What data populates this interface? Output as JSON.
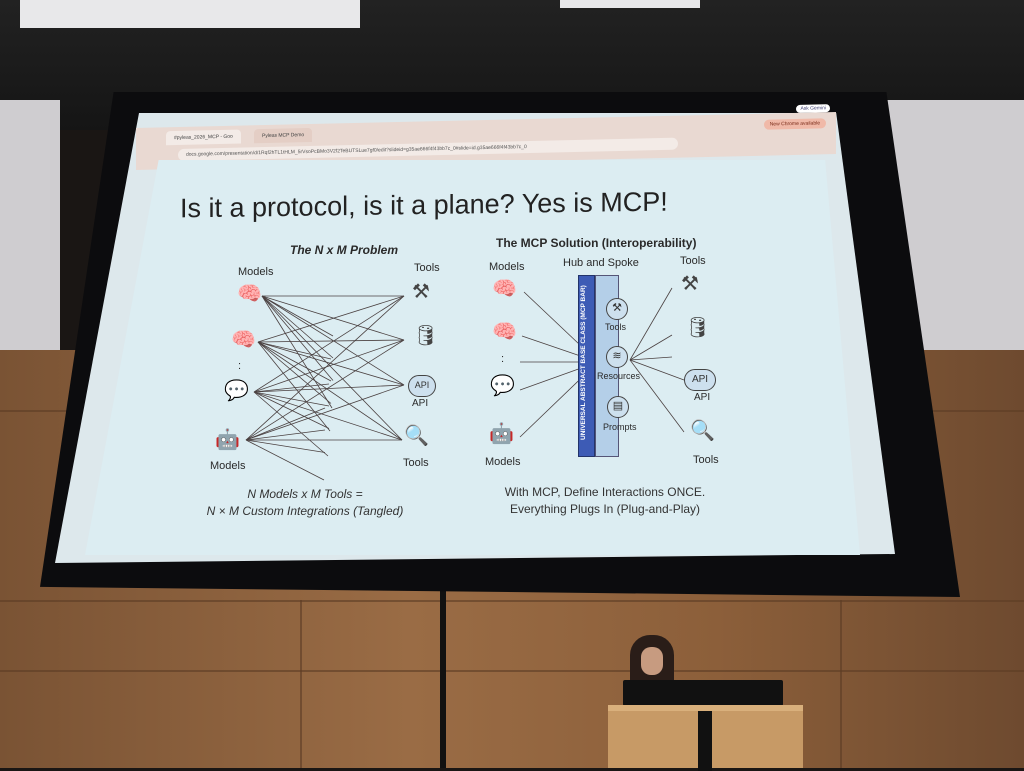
{
  "browser": {
    "tabs": [
      "#pyleas_2026_MCP - Goo",
      "Pyleas MCP Demo"
    ],
    "url": "docs.google.com/presentation/d/1Rqf2hTL1tHLM_5rVsoPcBMo3V2f2TeBUTSLue7gf0/edit?slideid=g35ae666f4f43bb7c_0#slide=id.g35ae666f4f43bb7c_0",
    "update_badge": "New Chrome available",
    "ask_gemini": "Ask Gemini"
  },
  "slide": {
    "title": "Is it a protocol, is it a plane? Yes is MCP!",
    "left": {
      "heading": "The N x M Problem",
      "models_top": "Models",
      "tools_top": "Tools",
      "models_bottom": "Models",
      "tools_bottom": "Tools",
      "api_icon_text": "API",
      "api_label": "API",
      "ellipsis": ":",
      "caption_line1": "N Models x M Tools =",
      "caption_line2": "N × M Custom Integrations (Tangled)"
    },
    "right": {
      "heading": "The MCP Solution (Interoperability)",
      "hub": "Hub and Spoke",
      "models_top": "Models",
      "tools_top": "Tools",
      "models_bottom": "Models",
      "tools_bottom": "Tools",
      "api_icon_text": "API",
      "api_label": "API",
      "ellipsis": ":",
      "bar_label": "UNIVERSAL ABSTRACT BASE CLASS (MCP BAR)",
      "nodes": [
        "Tools",
        "Resources",
        "Prompts"
      ],
      "caption_line1": "With MCP, Define Interactions ONCE.",
      "caption_line2": "Everything Plugs In (Plug-and-Play)"
    }
  },
  "icons": [
    "brain-icon",
    "chat-icon",
    "robot-icon",
    "tools-icon",
    "database-icon",
    "api-cloud-icon",
    "search-icon",
    "document-icon"
  ]
}
